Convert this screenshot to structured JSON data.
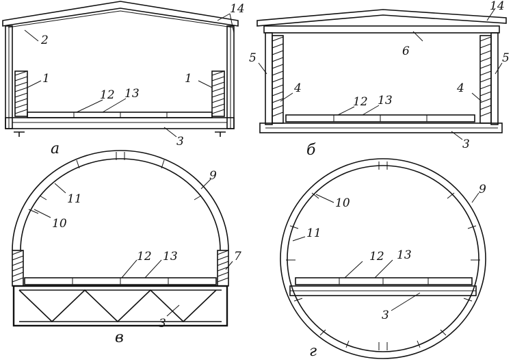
{
  "panels": {
    "a": {
      "caption": "а",
      "labels": {
        "frame": "1",
        "roof": "2",
        "floor": "3",
        "rail": "12",
        "deck": "13",
        "cladding": "14"
      }
    },
    "b": {
      "caption": "б",
      "labels": {
        "wall": "4",
        "post": "5",
        "ceiling": "6",
        "floor": "3",
        "rail": "12",
        "deck": "13",
        "cladding": "14"
      }
    },
    "v": {
      "caption": "в",
      "labels": {
        "shell": "9",
        "rib": "10",
        "lining": "11",
        "side": "7",
        "rail": "12",
        "deck": "13",
        "base": "3"
      }
    },
    "g": {
      "caption": "г",
      "labels": {
        "shell": "9",
        "rib": "10",
        "lining": "11",
        "rail": "12",
        "deck": "13",
        "floor": "3"
      }
    }
  }
}
